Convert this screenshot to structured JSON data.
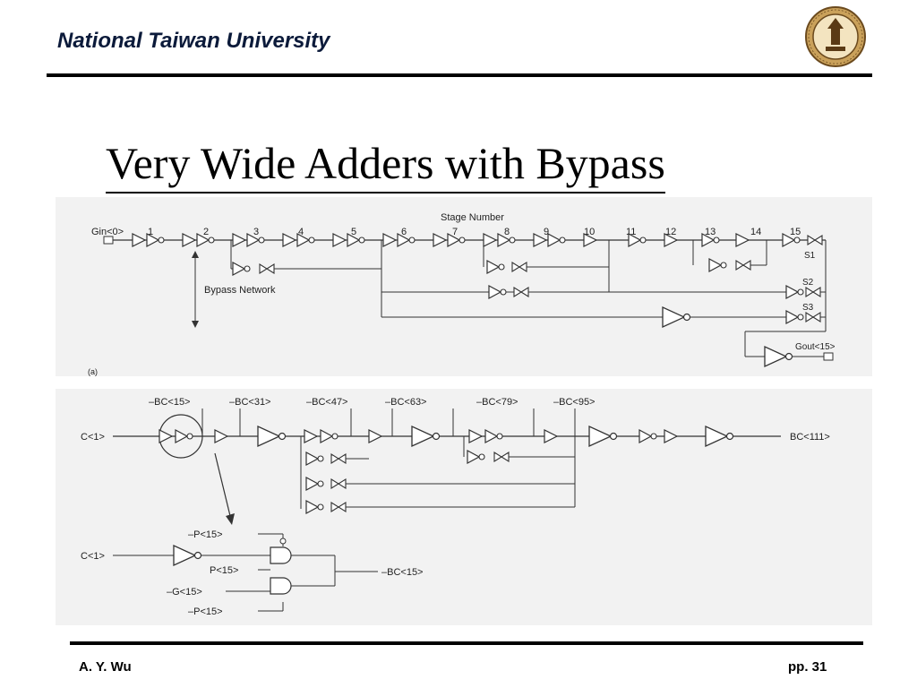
{
  "header": {
    "title": "National Taiwan University"
  },
  "slide": {
    "title": "Very Wide Adders with Bypass"
  },
  "figure": {
    "top": {
      "input_label": "Gin<0>",
      "stage_heading": "Stage Number",
      "stage_numbers": [
        "1",
        "2",
        "3",
        "4",
        "5",
        "6",
        "7",
        "8",
        "9",
        "10",
        "11",
        "12",
        "13",
        "14",
        "15"
      ],
      "bypass_label": "Bypass Network",
      "switches": [
        "S1",
        "S2",
        "S3"
      ],
      "output_label": "Gout<15>",
      "part_label": "(a)"
    },
    "bottom": {
      "input_label": "C<1>",
      "tap_labels": [
        "–BC<15>",
        "–BC<31>",
        "–BC<47>",
        "–BC<63>",
        "–BC<79>",
        "–BC<95>"
      ],
      "output_label": "BC<111>",
      "detail": {
        "input_label": "C<1>",
        "signals": [
          "–P<15>",
          "P<15>",
          "–G<15>",
          "–P<15>"
        ],
        "output_label": "–BC<15>"
      }
    }
  },
  "footer": {
    "author": "A. Y. Wu",
    "page": "pp. 31"
  },
  "colors": {
    "header_text": "#0b1a3a",
    "rule": "#000000",
    "diagram_bg": "#f2f2f2"
  }
}
